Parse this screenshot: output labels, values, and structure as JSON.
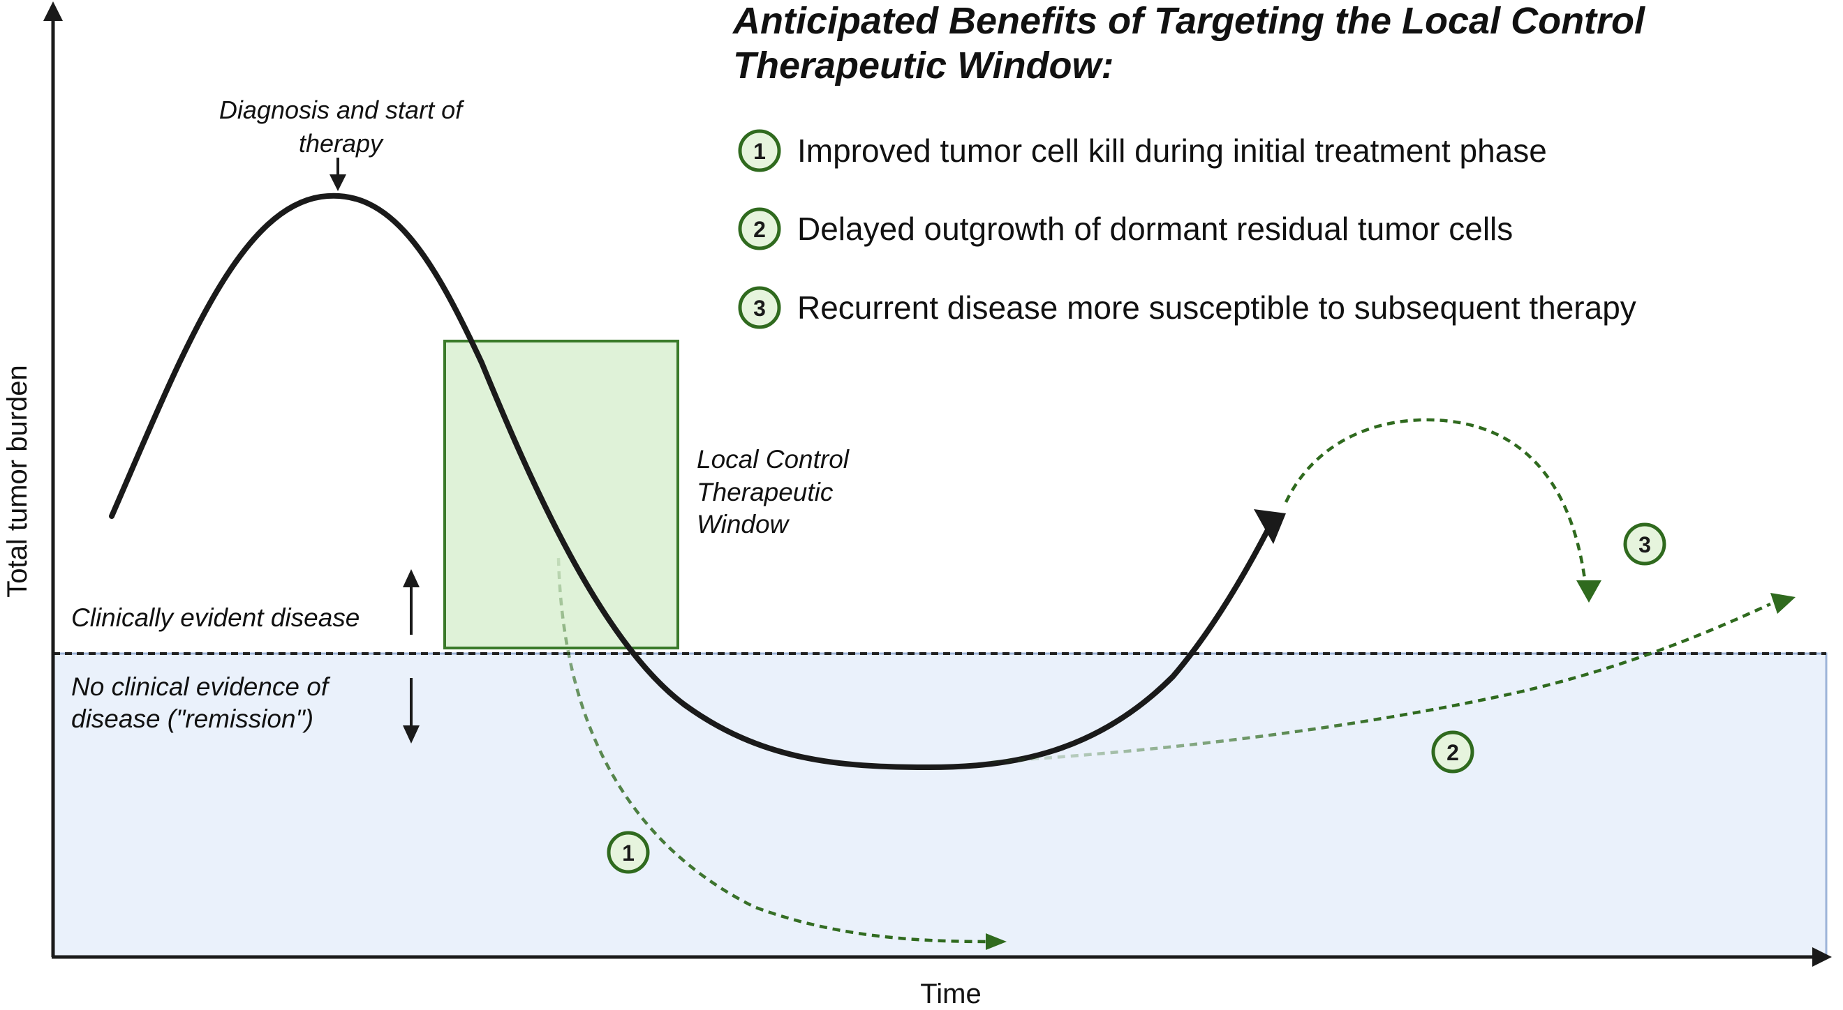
{
  "title": {
    "line1": "Anticipated Benefits of Targeting the Local Control",
    "line2": "Therapeutic Window:"
  },
  "benefits": [
    {
      "number": "1",
      "text": "Improved tumor cell kill during initial treatment phase"
    },
    {
      "number": "2",
      "text": "Delayed outgrowth of dormant residual tumor cells"
    },
    {
      "number": "3",
      "text": "Recurrent disease more susceptible to subsequent therapy"
    }
  ],
  "axes": {
    "y_label": "Total tumor burden",
    "x_label": "Time"
  },
  "annotations": {
    "diagnosis_line1": "Diagnosis and start of",
    "diagnosis_line2": "therapy",
    "window_line1": "Local Control",
    "window_line2": "Therapeutic",
    "window_line3": "Window",
    "evident_disease": "Clinically evident disease",
    "no_evidence_line1": "No clinical evidence of",
    "no_evidence_line2": "disease (\"remission\")"
  },
  "path_badges": {
    "path1": "1",
    "path2": "2",
    "path3": "3"
  },
  "colors": {
    "curve": "#1a1a1a",
    "benefit_green": "#2f6a1e",
    "window_fill": "#dff2d8",
    "window_stroke": "#3a7a2a",
    "remission_fill": "#eaf1fb",
    "remission_stroke": "#9db4d8",
    "badge_fill": "#e6f4dd"
  }
}
